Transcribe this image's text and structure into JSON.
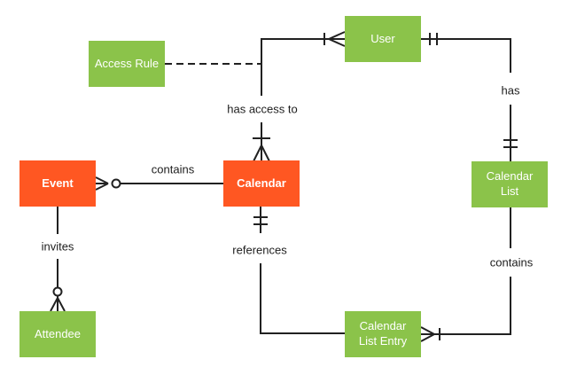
{
  "diagram": {
    "type": "entity-relationship",
    "background": "#FFFFFF",
    "colors": {
      "entity_primary": "#FF5722",
      "entity_secondary": "#8BC34A",
      "connector": "#212121",
      "label_text": "#1D1D1D",
      "entity_label_text": "#FFFFFF"
    },
    "entities": [
      {
        "id": "event",
        "label": "Event",
        "category": "primary-orange"
      },
      {
        "id": "access-rule",
        "label": "Access Rule",
        "category": "secondary-green"
      },
      {
        "id": "user",
        "label": "User",
        "category": "secondary-green"
      },
      {
        "id": "calendar",
        "label": "Calendar",
        "category": "primary-orange"
      },
      {
        "id": "calendar-list",
        "label": "Calendar List",
        "category": "secondary-green"
      },
      {
        "id": "attendee",
        "label": "Attendee",
        "category": "secondary-green"
      },
      {
        "id": "calendar-list-entry",
        "label": "Calendar List Entry",
        "category": "secondary-green"
      }
    ],
    "relationships": [
      {
        "from": "Calendar",
        "to": "Event",
        "label": "contains",
        "style": "solid",
        "end_marker": "zero-or-many crow's foot at Event"
      },
      {
        "from": "Event",
        "to": "Attendee",
        "label": "invites",
        "style": "solid",
        "end_marker": "zero-or-many crow's foot at Attendee"
      },
      {
        "from": "Calendar",
        "to": "User",
        "label": "has access to",
        "style": "solid",
        "end_marker": "one-or-many at Calendar and one-or-many at User"
      },
      {
        "from": "Access Rule",
        "to": "has access to relationship",
        "label": "",
        "style": "dashed",
        "end_marker": "none"
      },
      {
        "from": "User",
        "to": "Calendar List",
        "label": "has",
        "style": "solid",
        "end_marker": "one-and-only-one at User side and one-and-only-one at Calendar List"
      },
      {
        "from": "Calendar List",
        "to": "Calendar List Entry",
        "label": "contains",
        "style": "solid",
        "end_marker": "one-or-many crow's foot at Calendar List Entry"
      },
      {
        "from": "Calendar",
        "to": "Calendar List Entry",
        "label": "references",
        "style": "solid",
        "end_marker": "one-and-only-one at Calendar side"
      }
    ]
  }
}
